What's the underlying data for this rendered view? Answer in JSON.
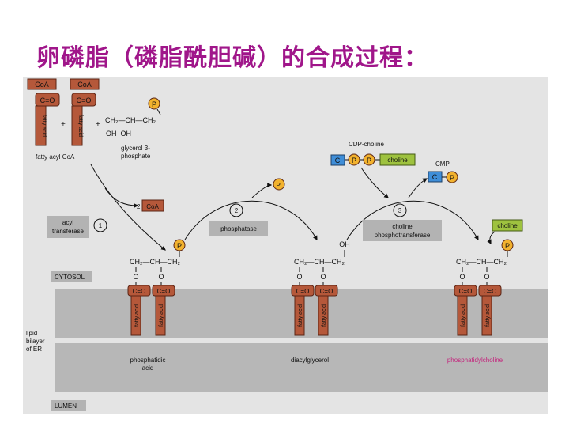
{
  "title": "卵磷脂（磷脂酰胆碱）的合成过程：",
  "colors": {
    "panel_bg": "#e4e4e4",
    "membrane": "#b7b7b7",
    "fatty_acid_fill": "#b5583a",
    "fatty_acid_stroke": "#5a2414",
    "phosphate_fill": "#f2b22e",
    "cytidine_fill": "#3f8ed8",
    "choline_fill": "#9ec23f",
    "accent_text": "#c4237c",
    "label_bg": "#b3b3b3"
  },
  "figure": {
    "coa1": "CoA",
    "coa2": "CoA",
    "c_o": "C=O",
    "fatty_acid": "fatty acid",
    "fatty_acyl_coa": "fatty acyl CoA",
    "plus": "+",
    "glycerol_chain": "CH₂—CH—CH₂",
    "glycerol_oh": "OH  OH",
    "glycerol_3_phosphate": [
      "glycerol 3-",
      "phosphate"
    ],
    "p": "P",
    "pi": "Pi",
    "coa_out_count": "2",
    "coa_out_label": "CoA",
    "cdp_choline": "CDP-choline",
    "c": "C",
    "choline": "choline",
    "cmp": "CMP",
    "step1_number": "1",
    "step1_enzyme": [
      "acyl",
      "transferase"
    ],
    "step2_number": "2",
    "step2_enzyme": "phosphatase",
    "step3_number": "3",
    "step3_enzyme": [
      "choline",
      "phosphotransferase"
    ],
    "choline_free": "choline",
    "backbone_chain": "CH₂—CH—CH₂",
    "o": "O",
    "oh": "OH",
    "cytosol": "CYTOSOL",
    "lipid_bilayer": [
      "lipid",
      "bilayer",
      "of ER"
    ],
    "lumen": "LUMEN",
    "product1": [
      "phosphatidic",
      "acid"
    ],
    "product2": "diacylglycerol",
    "product3": "phosphatidylcholine"
  }
}
